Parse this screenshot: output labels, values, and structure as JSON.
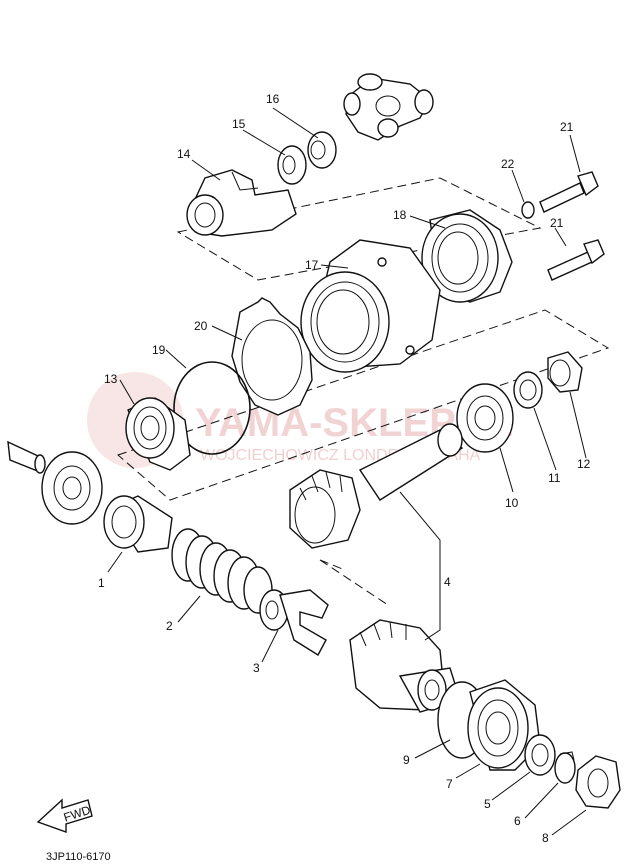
{
  "watermark": {
    "title": "YAMA-SKLEP.PL",
    "subtitle": "WOJCIECHOWICZ LONDER YAMAHA"
  },
  "direction_label": "FWD",
  "diagram_code": "3JP110-6170",
  "callouts": {
    "c1": "1",
    "c2": "2",
    "c3": "3",
    "c4": "4",
    "c5": "5",
    "c6": "6",
    "c7": "7",
    "c8": "8",
    "c9": "9",
    "c10": "10",
    "c11": "11",
    "c12": "12",
    "c13": "13",
    "c14": "14",
    "c15": "15",
    "c16": "16",
    "c17": "17",
    "c18": "18",
    "c19": "19",
    "c20": "20",
    "c21a": "21",
    "c21b": "21",
    "c22": "22"
  }
}
